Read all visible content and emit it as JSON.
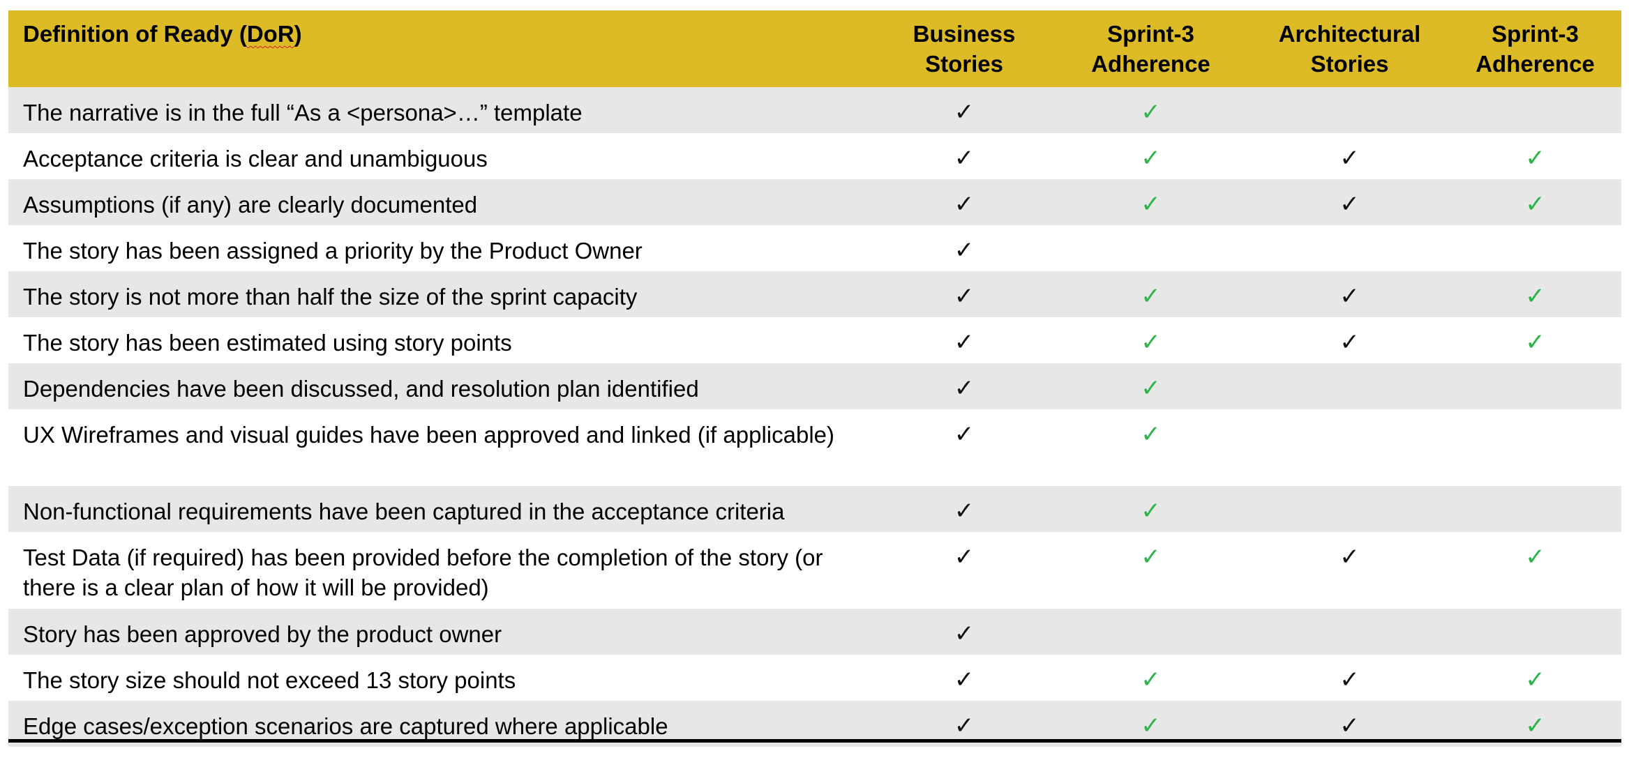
{
  "table": {
    "headers": {
      "criterion_prefix": "Definition of Ready (",
      "criterion_abbrev": "DoR",
      "criterion_suffix": ")",
      "business_line1": "Business",
      "business_line2": "Stories",
      "sprint_adherence_1_line1": "Sprint-3",
      "sprint_adherence_1_line2": "Adherence",
      "architectural_line1": "Architectural",
      "architectural_line2": "Stories",
      "sprint_adherence_2_line1": "Sprint-3",
      "sprint_adherence_2_line2": "Adherence"
    },
    "rows": [
      {
        "criterion": "The narrative is in the full “As a <persona>…” template",
        "business": "✓",
        "business_adherence": "✓",
        "architectural": "",
        "architectural_adherence": ""
      },
      {
        "criterion": "Acceptance criteria is clear and unambiguous",
        "business": "✓",
        "business_adherence": "✓",
        "architectural": "✓",
        "architectural_adherence": "✓"
      },
      {
        "criterion": "Assumptions (if any) are clearly documented",
        "business": "✓",
        "business_adherence": "✓",
        "architectural": "✓",
        "architectural_adherence": "✓"
      },
      {
        "criterion": "The story has been assigned a priority by the Product Owner",
        "business": "✓",
        "business_adherence": "",
        "architectural": "",
        "architectural_adherence": ""
      },
      {
        "criterion": "The story is not more than half the size of the sprint capacity",
        "business": "✓",
        "business_adherence": "✓",
        "architectural": "✓",
        "architectural_adherence": "✓"
      },
      {
        "criterion": "The story has been estimated using story points",
        "business": "✓",
        "business_adherence": "✓",
        "architectural": "✓",
        "architectural_adherence": "✓"
      },
      {
        "criterion": "Dependencies have been discussed, and resolution plan identified",
        "business": "✓",
        "business_adherence": "✓",
        "architectural": "",
        "architectural_adherence": ""
      },
      {
        "criterion": "UX Wireframes and visual guides have been approved and linked (if applicable)",
        "business": "✓",
        "business_adherence": "✓",
        "architectural": "",
        "architectural_adherence": ""
      },
      {
        "criterion": "Non-functional requirements have been captured in the acceptance criteria",
        "business": "✓",
        "business_adherence": "✓",
        "architectural": "",
        "architectural_adherence": ""
      },
      {
        "criterion": "Test Data (if required) has been provided before the completion of the story (or there is a clear plan of how it will be provided)",
        "business": "✓",
        "business_adherence": "✓",
        "architectural": "✓",
        "architectural_adherence": "✓"
      },
      {
        "criterion": "Story has been approved by the product owner",
        "business": "✓",
        "business_adherence": "",
        "architectural": "",
        "architectural_adherence": ""
      },
      {
        "criterion": "The story size should not exceed 13 story points",
        "business": "✓",
        "business_adherence": "✓",
        "architectural": "✓",
        "architectural_adherence": "✓"
      },
      {
        "criterion": "Edge cases/exception scenarios are captured where applicable",
        "business": "✓",
        "business_adherence": "✓",
        "architectural": "✓",
        "architectural_adherence": "✓"
      }
    ]
  },
  "colors": {
    "header_background": "#dcbb27",
    "shaded_row": "#e7e7e7",
    "adherence_check": "#2db449",
    "story_check": "#111111"
  }
}
